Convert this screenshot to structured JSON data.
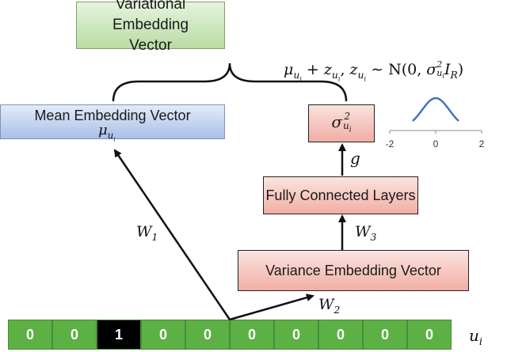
{
  "boxes": {
    "variational_line1": "Variational Embedding",
    "variational_line2": "Vector",
    "mean": "Mean Embedding Vector",
    "fully_connected": "Fully Connected Layers",
    "variance": "Variance Embedding Vector"
  },
  "formula": {
    "mu": "μ",
    "sub_u": "u",
    "sub_i": "i",
    "plus": " + ",
    "z": "z",
    "sep": ",  ",
    "sim": " ∼ N(0, ",
    "sigma": "σ",
    "sup2": "2",
    "ir": "I",
    "r": "R",
    "close": ")"
  },
  "labels": {
    "w1": "W",
    "w1_sub": "1",
    "w2": "W",
    "w2_sub": "2",
    "w3": "W",
    "w3_sub": "3",
    "g": "g",
    "ui": "u",
    "ui_sub": "i"
  },
  "gaussian": {
    "ticks": [
      "-2",
      "0",
      "2"
    ],
    "xlim": [
      -2,
      2
    ],
    "curve_color": "#4472c4"
  },
  "one_hot": {
    "values": [
      "0",
      "0",
      "1",
      "0",
      "0",
      "0",
      "0",
      "0",
      "0",
      "0"
    ],
    "hot_index": 2
  }
}
